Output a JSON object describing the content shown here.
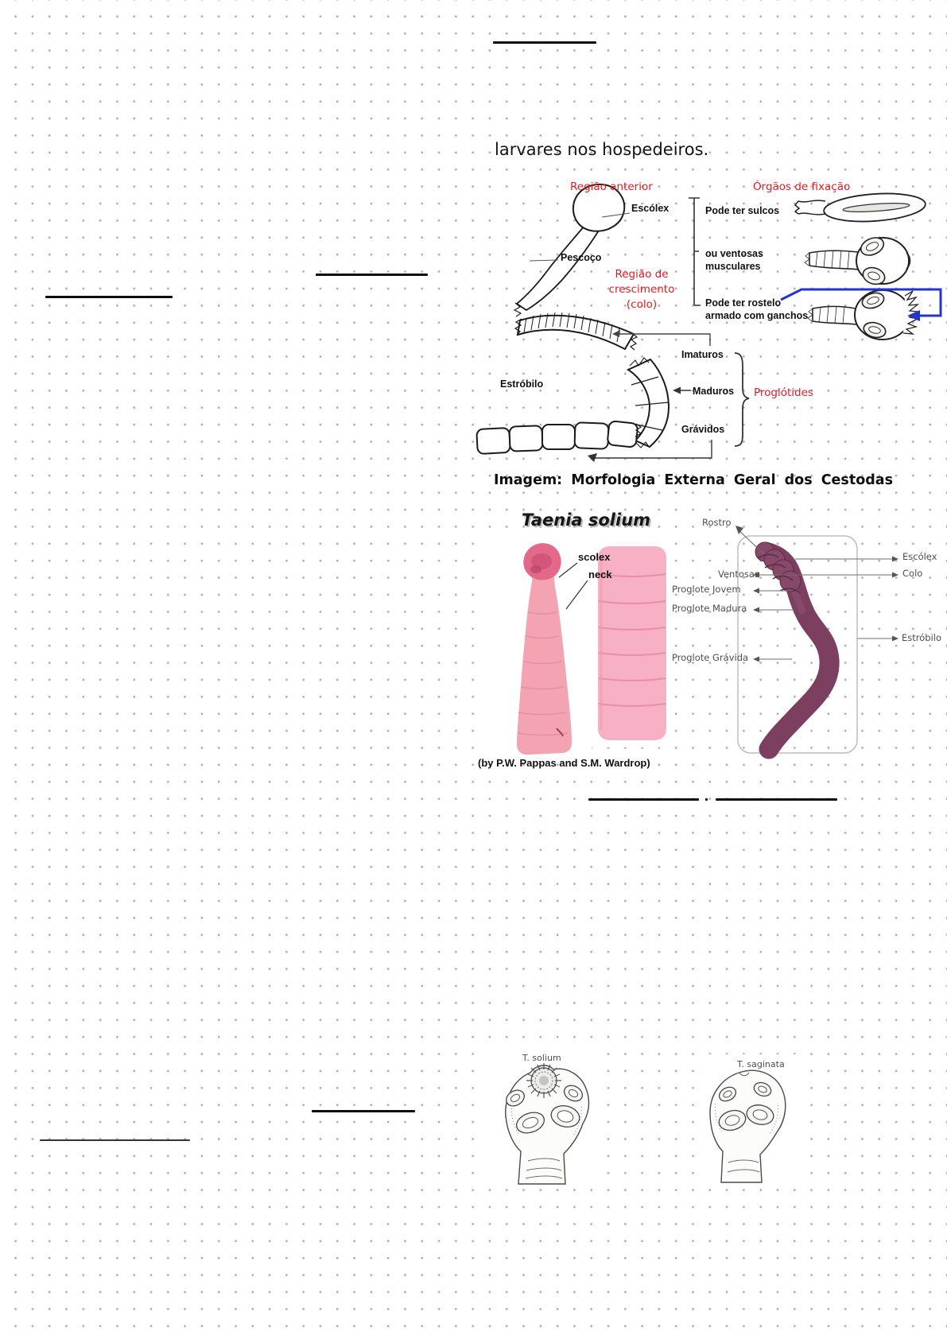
{
  "colors": {
    "annotation_red": "#e31c23",
    "arrow_blue": "#2534c9",
    "ink_black": "#1c1c1c",
    "gray_label": "#4e4e4e",
    "worm_pink_body": "#f3a3b1",
    "worm_pink_scolex": "#e3688a",
    "worm_pink_light": "#f8b0c5",
    "worm_purple": "#7c3f60",
    "dot_grid": "#aeaeb4"
  },
  "intro": {
    "text": "larvares nos hospedeiros."
  },
  "figure1": {
    "caption": "Imagem: Morfologia Externa Geral dos Cestodas",
    "labels": {
      "regiao_anterior": "Região anterior",
      "escolex": "Escólex",
      "pescoco": "Pescoço",
      "regiao_crescimento": [
        "Região de",
        "crescimento",
        "(colo)"
      ],
      "orgaos_fixacao": "Órgãos de fixação",
      "pode_ter_sulcos": "Pode ter sulcos",
      "ou_ventosas": [
        "ou ventosas",
        "musculares"
      ],
      "pode_ter_rostelo": [
        "Pode ter rostelo",
        "armado com ganchos"
      ],
      "estrobilo": "Estróbilo",
      "imaturos": "Imaturos",
      "maduros": "Maduros",
      "gravidos": "Grávidos",
      "proglotides": "Proglótides"
    }
  },
  "figure2": {
    "title": "Taenia solium",
    "labels": {
      "scolex": "scolex",
      "neck": "neck",
      "rostro": "Rostro",
      "ventosas": "Ventosas",
      "proglote_jovem": "Proglote Jovem",
      "proglote_madura": "Proglote Madura",
      "proglote_gravida": "Proglote Grávida",
      "escolex": "Escólex",
      "colo": "Colo",
      "estrobilo": "Estróbilo"
    },
    "attribution": "(by P.W. Pappas and S.M. Wardrop)"
  },
  "figure3": {
    "t_solium": "T. solium",
    "t_saginata": "T. saginata"
  }
}
